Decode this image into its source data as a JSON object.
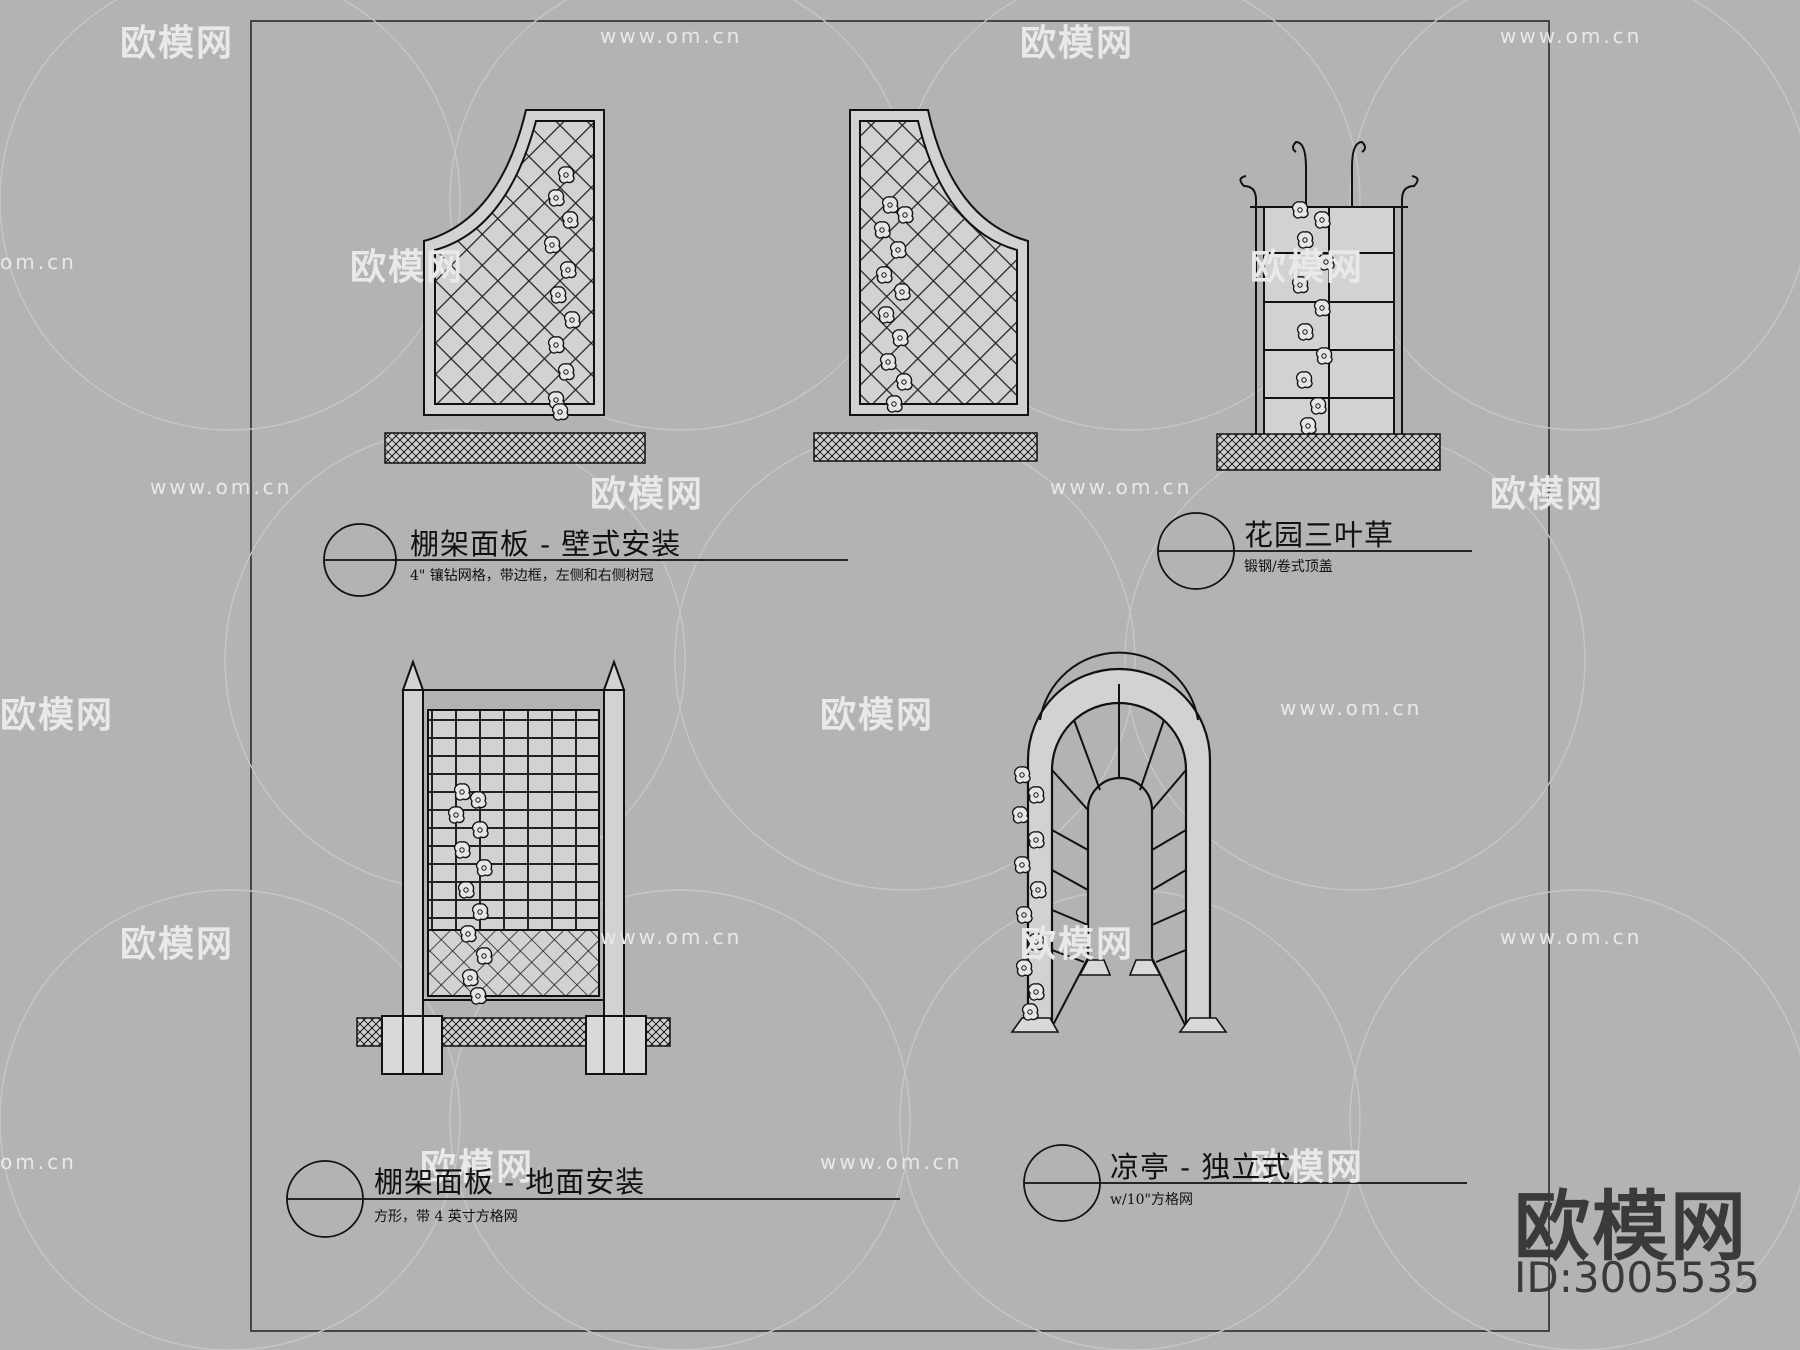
{
  "details": [
    {
      "title": "棚架面板 - 壁式安装",
      "note": "4\" 镶钻网格，带边框，左侧和右侧树冠"
    },
    {
      "title": "花园三叶草",
      "note": "锻钢/卷式顶盖"
    },
    {
      "title": "棚架面板 - 地面安装",
      "note": "方形，带 4 英寸方格网"
    },
    {
      "title": "凉亭 - 独立式",
      "note": "w/10\"方格网"
    }
  ],
  "watermark": {
    "brand": "欧模网",
    "url": "www.om.cn",
    "url_short": "om.cn",
    "id": "ID:3005535"
  },
  "colors": {
    "background": "#b3b3b3",
    "line": "#111111",
    "fill": "#d2d2d2",
    "watermark": "#e9e9e9"
  }
}
